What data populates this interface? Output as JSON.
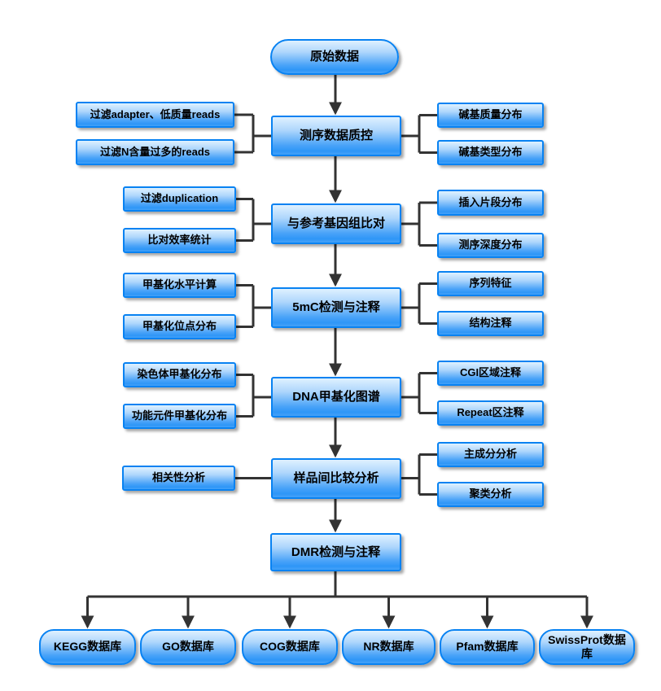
{
  "flowchart": {
    "start": "原始数据",
    "rows": [
      {
        "center": "测序数据质控",
        "left": [
          "过滤adapter、低质量reads",
          "过滤N含量过多的reads"
        ],
        "right": [
          "碱基质量分布",
          "碱基类型分布"
        ]
      },
      {
        "center": "与参考基因组比对",
        "left": [
          "过滤duplication",
          "比对效率统计"
        ],
        "right": [
          "插入片段分布",
          "测序深度分布"
        ]
      },
      {
        "center": "5mC检测与注释",
        "left": [
          "甲基化水平计算",
          "甲基化位点分布"
        ],
        "right": [
          "序列特征",
          "结构注释"
        ]
      },
      {
        "center": "DNA甲基化图谱",
        "left": [
          "染色体甲基化分布",
          "功能元件甲基化分布"
        ],
        "right": [
          "CGI区域注释",
          "Repeat区注释"
        ]
      },
      {
        "center": "样品间比较分析",
        "left": [
          "相关性分析"
        ],
        "right": [
          "主成分分析",
          "聚类分析"
        ]
      }
    ],
    "dmr": "DMR检测与注释",
    "databases": [
      "KEGG数据库",
      "GO数据库",
      "COG数据库",
      "NR数据库",
      "Pfam数据库",
      "SwissProt数据库"
    ]
  },
  "colors": {
    "node_border": "#0882f2",
    "node_fill_top": "#dff1ff",
    "node_fill_bottom": "#2e96f7",
    "connector": "#333333",
    "text": "#000000",
    "background": "#ffffff"
  }
}
